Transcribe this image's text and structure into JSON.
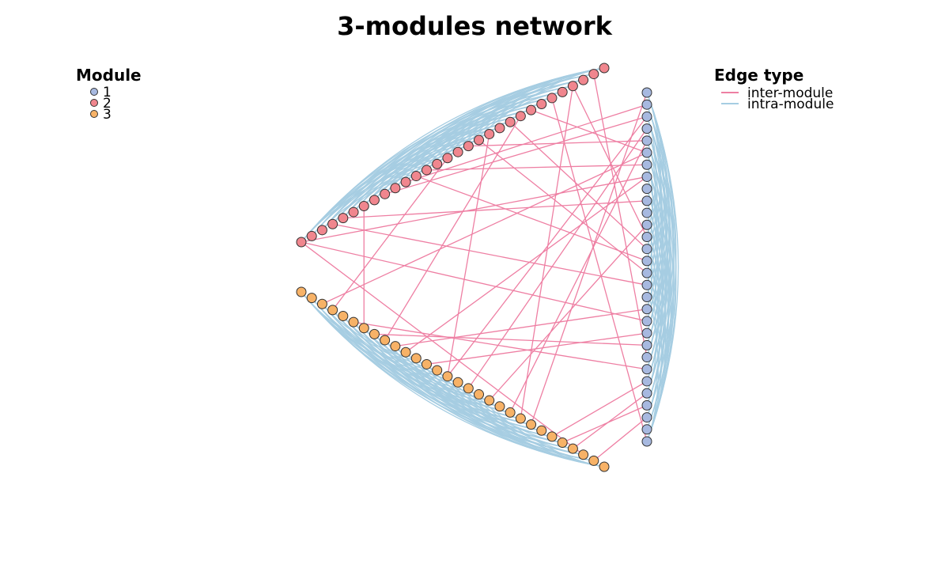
{
  "title": "3-modules network",
  "colors": {
    "module_1": "#a7b9e0",
    "module_2": "#f0868e",
    "module_3": "#f7b267",
    "inter_module": "#ee7fa3",
    "intra_module": "#a6cde2",
    "node_stroke": "#333333"
  },
  "module_legend": {
    "title": "Module",
    "items": [
      {
        "label": "1",
        "color": "#a7b9e0"
      },
      {
        "label": "2",
        "color": "#f0868e"
      },
      {
        "label": "3",
        "color": "#f7b267"
      }
    ]
  },
  "edge_legend": {
    "title": "Edge type",
    "items": [
      {
        "label": "inter-module",
        "color": "#ee7fa3"
      },
      {
        "label": "intra-module",
        "color": "#a6cde2"
      }
    ]
  },
  "network": {
    "modules": [
      {
        "id": 1,
        "node_count": 30
      },
      {
        "id": 2,
        "node_count": 30
      },
      {
        "id": 3,
        "node_count": 30
      }
    ],
    "inter_module_edges": [
      [
        2,
        0,
        1,
        19
      ],
      [
        2,
        0,
        1,
        7
      ],
      [
        2,
        0,
        3,
        27
      ],
      [
        2,
        4,
        1,
        9
      ],
      [
        2,
        8,
        1,
        2
      ],
      [
        2,
        12,
        1,
        6
      ],
      [
        2,
        14,
        3,
        3
      ],
      [
        2,
        16,
        1,
        4
      ],
      [
        2,
        18,
        3,
        14
      ],
      [
        2,
        21,
        3,
        8
      ],
      [
        2,
        22,
        1,
        5
      ],
      [
        2,
        24,
        1,
        29
      ],
      [
        2,
        26,
        3,
        21
      ],
      [
        2,
        28,
        1,
        22
      ],
      [
        2,
        26,
        1,
        12
      ],
      [
        2,
        10,
        1,
        1
      ],
      [
        2,
        6,
        3,
        6
      ],
      [
        2,
        20,
        1,
        13
      ],
      [
        3,
        5,
        1,
        23
      ],
      [
        3,
        10,
        1,
        7
      ],
      [
        3,
        12,
        1,
        20
      ],
      [
        3,
        16,
        1,
        3
      ],
      [
        3,
        18,
        1,
        11
      ],
      [
        3,
        20,
        1,
        4
      ],
      [
        3,
        22,
        1,
        0
      ],
      [
        3,
        24,
        1,
        24
      ],
      [
        3,
        26,
        1,
        25
      ],
      [
        3,
        28,
        1,
        27
      ],
      [
        3,
        2,
        1,
        5
      ],
      [
        3,
        7,
        1,
        21
      ],
      [
        3,
        14,
        1,
        2
      ],
      [
        3,
        9,
        1,
        18
      ],
      [
        3,
        25,
        1,
        26
      ],
      [
        2,
        3,
        1,
        16
      ],
      [
        2,
        11,
        1,
        14
      ],
      [
        2,
        17,
        1,
        15
      ]
    ],
    "intra_module_edges": {
      "2": [
        [
          0,
          29
        ],
        [
          0,
          27
        ],
        [
          0,
          25
        ],
        [
          0,
          22
        ],
        [
          0,
          20
        ],
        [
          0,
          18
        ],
        [
          0,
          15
        ],
        [
          1,
          28
        ],
        [
          1,
          26
        ],
        [
          1,
          23
        ],
        [
          1,
          19
        ],
        [
          1,
          16
        ],
        [
          2,
          29
        ],
        [
          2,
          27
        ],
        [
          2,
          24
        ],
        [
          2,
          21
        ],
        [
          2,
          17
        ],
        [
          2,
          12
        ],
        [
          3,
          28
        ],
        [
          3,
          25
        ],
        [
          3,
          22
        ],
        [
          3,
          18
        ],
        [
          3,
          14
        ],
        [
          4,
          29
        ],
        [
          4,
          26
        ],
        [
          4,
          23
        ],
        [
          4,
          19
        ],
        [
          4,
          13
        ],
        [
          5,
          28
        ],
        [
          5,
          24
        ],
        [
          5,
          20
        ],
        [
          5,
          15
        ],
        [
          6,
          29
        ],
        [
          6,
          27
        ],
        [
          6,
          22
        ],
        [
          6,
          17
        ],
        [
          6,
          12
        ],
        [
          7,
          28
        ],
        [
          7,
          25
        ],
        [
          7,
          21
        ],
        [
          7,
          16
        ],
        [
          8,
          29
        ],
        [
          8,
          26
        ],
        [
          8,
          23
        ],
        [
          8,
          18
        ],
        [
          9,
          27
        ],
        [
          9,
          24
        ],
        [
          9,
          19
        ],
        [
          10,
          29
        ],
        [
          10,
          25
        ],
        [
          10,
          21
        ],
        [
          11,
          28
        ],
        [
          11,
          23
        ],
        [
          12,
          26
        ],
        [
          12,
          20
        ],
        [
          13,
          29
        ],
        [
          13,
          24
        ],
        [
          14,
          27
        ],
        [
          15,
          25
        ],
        [
          16,
          29
        ]
      ],
      "3": [
        [
          0,
          29
        ],
        [
          0,
          27
        ],
        [
          0,
          25
        ],
        [
          0,
          22
        ],
        [
          0,
          20
        ],
        [
          0,
          18
        ],
        [
          0,
          15
        ],
        [
          1,
          28
        ],
        [
          1,
          26
        ],
        [
          1,
          23
        ],
        [
          1,
          19
        ],
        [
          1,
          16
        ],
        [
          2,
          29
        ],
        [
          2,
          27
        ],
        [
          2,
          24
        ],
        [
          2,
          21
        ],
        [
          2,
          17
        ],
        [
          2,
          12
        ],
        [
          3,
          28
        ],
        [
          3,
          25
        ],
        [
          3,
          22
        ],
        [
          3,
          18
        ],
        [
          3,
          14
        ],
        [
          4,
          29
        ],
        [
          4,
          26
        ],
        [
          4,
          23
        ],
        [
          4,
          19
        ],
        [
          4,
          13
        ],
        [
          5,
          28
        ],
        [
          5,
          24
        ],
        [
          5,
          20
        ],
        [
          5,
          15
        ],
        [
          6,
          29
        ],
        [
          6,
          27
        ],
        [
          6,
          22
        ],
        [
          6,
          17
        ],
        [
          6,
          12
        ],
        [
          7,
          28
        ],
        [
          7,
          25
        ],
        [
          7,
          21
        ],
        [
          7,
          16
        ],
        [
          8,
          29
        ],
        [
          8,
          26
        ],
        [
          8,
          23
        ],
        [
          8,
          18
        ],
        [
          9,
          27
        ],
        [
          9,
          24
        ],
        [
          9,
          19
        ],
        [
          10,
          29
        ],
        [
          10,
          25
        ],
        [
          10,
          21
        ],
        [
          11,
          28
        ],
        [
          11,
          23
        ],
        [
          12,
          26
        ],
        [
          12,
          20
        ],
        [
          13,
          29
        ],
        [
          13,
          24
        ],
        [
          14,
          27
        ],
        [
          15,
          25
        ],
        [
          16,
          29
        ]
      ],
      "1": [
        [
          0,
          29
        ],
        [
          0,
          27
        ],
        [
          0,
          25
        ],
        [
          0,
          22
        ],
        [
          0,
          20
        ],
        [
          0,
          18
        ],
        [
          0,
          15
        ],
        [
          1,
          28
        ],
        [
          1,
          26
        ],
        [
          1,
          23
        ],
        [
          1,
          19
        ],
        [
          1,
          16
        ],
        [
          2,
          29
        ],
        [
          2,
          27
        ],
        [
          2,
          24
        ],
        [
          2,
          21
        ],
        [
          2,
          17
        ],
        [
          2,
          12
        ],
        [
          3,
          28
        ],
        [
          3,
          25
        ],
        [
          3,
          22
        ],
        [
          3,
          18
        ],
        [
          3,
          14
        ],
        [
          4,
          29
        ],
        [
          4,
          26
        ],
        [
          4,
          23
        ],
        [
          4,
          19
        ],
        [
          4,
          13
        ],
        [
          5,
          28
        ],
        [
          5,
          24
        ],
        [
          5,
          20
        ],
        [
          5,
          15
        ],
        [
          6,
          29
        ],
        [
          6,
          27
        ],
        [
          6,
          22
        ],
        [
          6,
          17
        ],
        [
          6,
          12
        ],
        [
          7,
          28
        ],
        [
          7,
          25
        ],
        [
          7,
          21
        ],
        [
          7,
          16
        ],
        [
          8,
          29
        ],
        [
          8,
          26
        ],
        [
          8,
          23
        ],
        [
          8,
          18
        ],
        [
          9,
          27
        ],
        [
          9,
          24
        ],
        [
          9,
          19
        ],
        [
          10,
          29
        ],
        [
          10,
          25
        ],
        [
          10,
          21
        ],
        [
          11,
          28
        ],
        [
          11,
          23
        ],
        [
          12,
          26
        ],
        [
          12,
          20
        ],
        [
          13,
          29
        ],
        [
          13,
          24
        ],
        [
          14,
          27
        ],
        [
          15,
          25
        ],
        [
          16,
          29
        ]
      ]
    }
  }
}
